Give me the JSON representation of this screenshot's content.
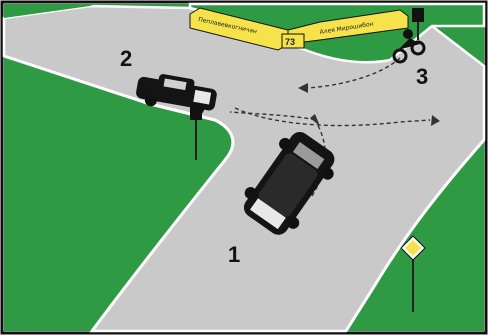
{
  "vehicles": [
    {
      "number": "1"
    },
    {
      "number": "2"
    },
    {
      "number": "3"
    }
  ],
  "direction_sign": {
    "left_text": "Пеплавевкогничан",
    "route_number": "73",
    "right_text": "Алея Мирошибон"
  },
  "colors": {
    "grass": "#2f9a44",
    "road": "#c9c9c9",
    "sign": "#f6e24a",
    "car": "#141414"
  }
}
